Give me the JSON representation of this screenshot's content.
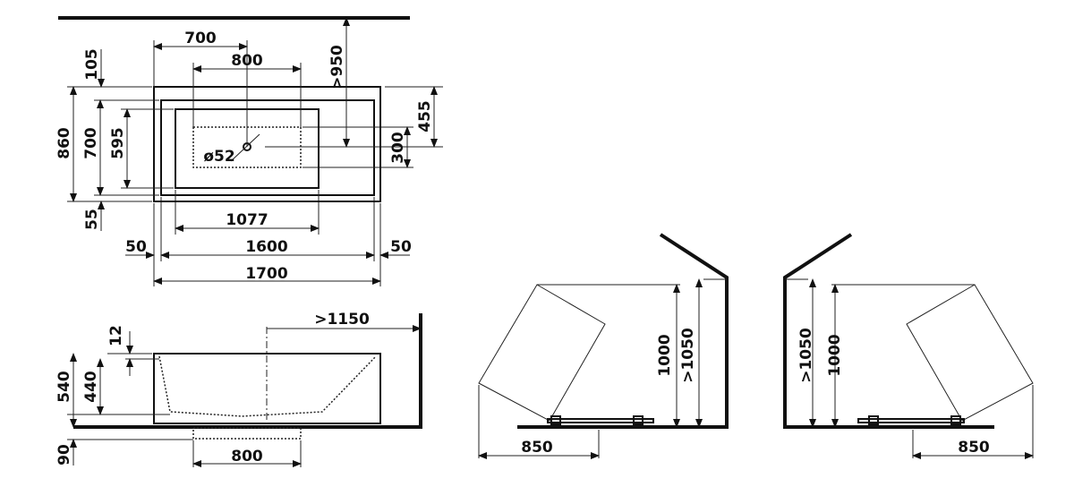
{
  "plan_view": {
    "dims": {
      "d700_top": "700",
      "d800_top": "800",
      "d950": ">950",
      "d105": "105",
      "d860": "860",
      "d700_left": "700",
      "d595": "595",
      "d55": "55",
      "drain": "ø52",
      "d300": "300",
      "d455": "455",
      "d1077": "1077",
      "d50_left": "50",
      "d1600": "1600",
      "d50_right": "50",
      "d1700": "1700"
    }
  },
  "section_view": {
    "dims": {
      "d1150": ">1150",
      "d12": "12",
      "d440": "440",
      "d540": "540",
      "d90": "90",
      "d800": "800"
    }
  },
  "clearance_left": {
    "d1000": "1000",
    "d1050": ">1050",
    "d850": "850"
  },
  "clearance_right": {
    "d1000": "1000",
    "d1050": ">1050",
    "d850": "850"
  }
}
